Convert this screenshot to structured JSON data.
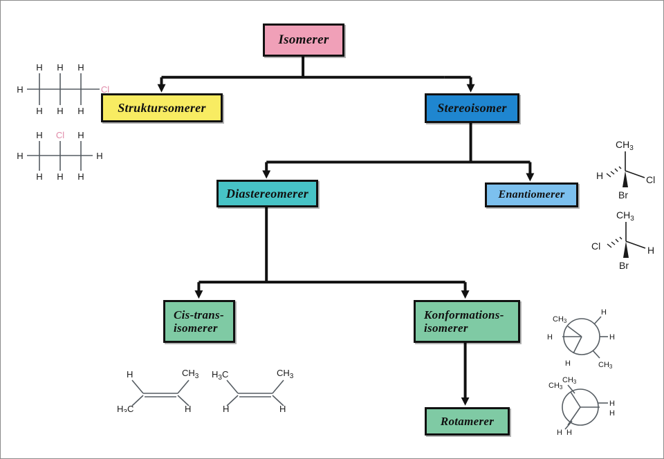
{
  "diagram": {
    "title": "Isomerer",
    "language": "Danish/Norwegian",
    "type": "hierarchy-tree",
    "nodes": [
      {
        "id": "isomerer",
        "label": "Isomerer",
        "color": "#f0a0b8",
        "level": 0
      },
      {
        "id": "struktursomerer",
        "label": "Struktursomerer",
        "color": "#f8ec62",
        "level": 1
      },
      {
        "id": "stereoisomer",
        "label": "Stereoisomer",
        "color": "#1f86d0",
        "level": 1
      },
      {
        "id": "diastereomerer",
        "label": "Diastereomerer",
        "color": "#47c3c6",
        "level": 2
      },
      {
        "id": "enantiomerer",
        "label": "Enantiomerer",
        "color": "#7cc0ee",
        "level": 2
      },
      {
        "id": "cis_trans_line1",
        "label": "Cis-trans-",
        "color": "#7fcaa4",
        "level": 3
      },
      {
        "id": "cis_trans_line2",
        "label": "isomerer",
        "color": "#7fcaa4",
        "level": 3
      },
      {
        "id": "konformations_line1",
        "label": "Konformations-",
        "color": "#7fcaa4",
        "level": 3
      },
      {
        "id": "konformations_line2",
        "label": "isomerer",
        "color": "#7fcaa4",
        "level": 3
      },
      {
        "id": "rotamerer",
        "label": "Rotamerer",
        "color": "#7fcaa4",
        "level": 4
      }
    ],
    "edges": [
      {
        "from": "isomerer",
        "to": "struktursomerer"
      },
      {
        "from": "isomerer",
        "to": "stereoisomer"
      },
      {
        "from": "stereoisomer",
        "to": "diastereomerer"
      },
      {
        "from": "stereoisomer",
        "to": "enantiomerer"
      },
      {
        "from": "diastereomerer",
        "to": "cis-trans-isomerer"
      },
      {
        "from": "diastereomerer",
        "to": "konformations-isomerer"
      },
      {
        "from": "konformations-isomerer",
        "to": "rotamerer"
      }
    ]
  },
  "structures": {
    "chloropropane_1": {
      "name": "1-chloropropane",
      "atoms": [
        "H",
        "H",
        "H",
        "H",
        "Cl",
        "H",
        "H",
        "H"
      ],
      "h_top": [
        "H",
        "H",
        "H"
      ],
      "h_bottom": [
        "H",
        "H",
        "H"
      ],
      "h_left": "H",
      "terminal_right": "Cl",
      "halogen_color": "#e08aa8"
    },
    "chloropropane_2": {
      "name": "2-chloropropane",
      "top": [
        "H",
        "Cl",
        "H"
      ],
      "bottom": [
        "H",
        "H",
        "H"
      ],
      "left": "H",
      "right": "H",
      "halogen_color": "#e08aa8"
    },
    "enantiomer_a": {
      "up": "CH",
      "up_sub": "3",
      "left": "H",
      "right": "Cl",
      "down": "Br"
    },
    "enantiomer_b": {
      "up": "CH",
      "up_sub": "3",
      "left": "Cl",
      "right": "H",
      "down": "Br"
    },
    "trans_butene": {
      "top_left": "H",
      "top_right": "CH",
      "top_right_sub": "3",
      "bottom_left": "H",
      "bottom_left_pre": "3",
      "bottom_left_label": "H3C",
      "bottom_right": "H"
    },
    "cis_butene": {
      "top_left_label": "H3C",
      "top_right": "CH",
      "top_right_sub": "3",
      "bottom_left": "H",
      "bottom_right": "H"
    },
    "newman_staggered": {
      "name": "anti-staggered Newman projection",
      "front": [
        "CH3",
        "H",
        "H"
      ],
      "back": [
        "H",
        "H",
        "CH3"
      ]
    },
    "newman_eclipsed": {
      "name": "eclipsed Newman projection",
      "front": [
        "CH3",
        "H",
        "H"
      ],
      "back": [
        "CH3",
        "H",
        "H"
      ]
    }
  },
  "page": {
    "background": "#ffffff",
    "border_color": "#8a8a8a",
    "line_color": "#111111"
  }
}
